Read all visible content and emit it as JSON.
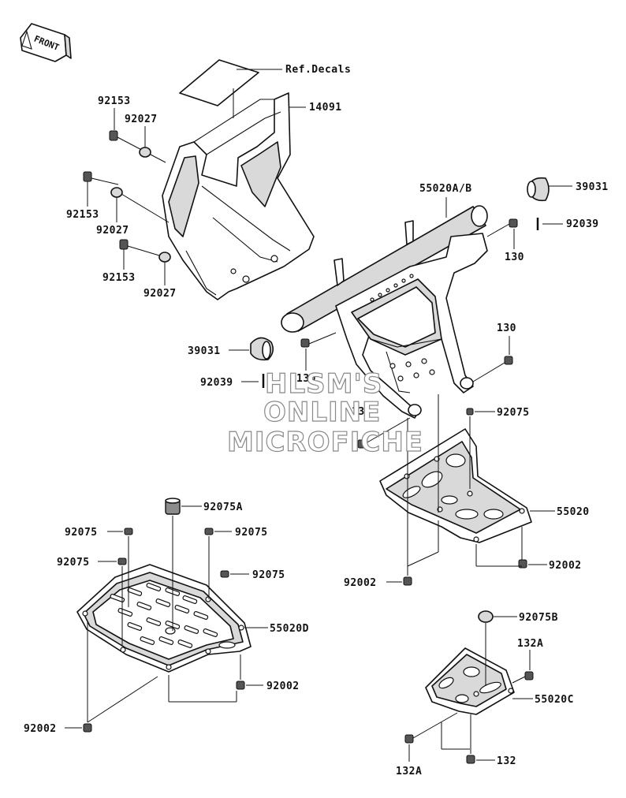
{
  "front_badge": {
    "text": "FRONT"
  },
  "ref_decals": {
    "text": "Ref.Decals"
  },
  "labels": {
    "p14091": "14091",
    "p92153_a": "92153",
    "p92027_a": "92027",
    "p92153_b": "92153",
    "p92027_b": "92027",
    "p92153_c": "92153",
    "p92027_c": "92027",
    "p55020ab": "55020A/B",
    "p39031_r": "39031",
    "p92039_r": "92039",
    "p130_a": "130",
    "p130_b": "130",
    "p39031_l": "39031",
    "p92039_l": "92039",
    "p130_c": "130",
    "p130_d": "130",
    "p92075_a": "92075",
    "p55020": "55020",
    "p92002_a": "92002",
    "p92002_b": "92002",
    "p92075a": "92075A",
    "p92075_b": "92075",
    "p92075_c": "92075",
    "p92075_d": "92075",
    "p92075_e": "92075",
    "p55020d": "55020D",
    "p92002_c": "92002",
    "p92002_d": "92002",
    "p92075b": "92075B",
    "p132a_a": "132A",
    "p55020c": "55020C",
    "p132a_b": "132A",
    "p132": "132"
  },
  "watermark": {
    "line1": "HLSM'S",
    "line2": "ONLINE",
    "line3": "MICROFICHE"
  },
  "colors": {
    "ink": "#111111",
    "watermark_outline": "#8a8a8a",
    "part_shade": "#d9d9d9"
  }
}
